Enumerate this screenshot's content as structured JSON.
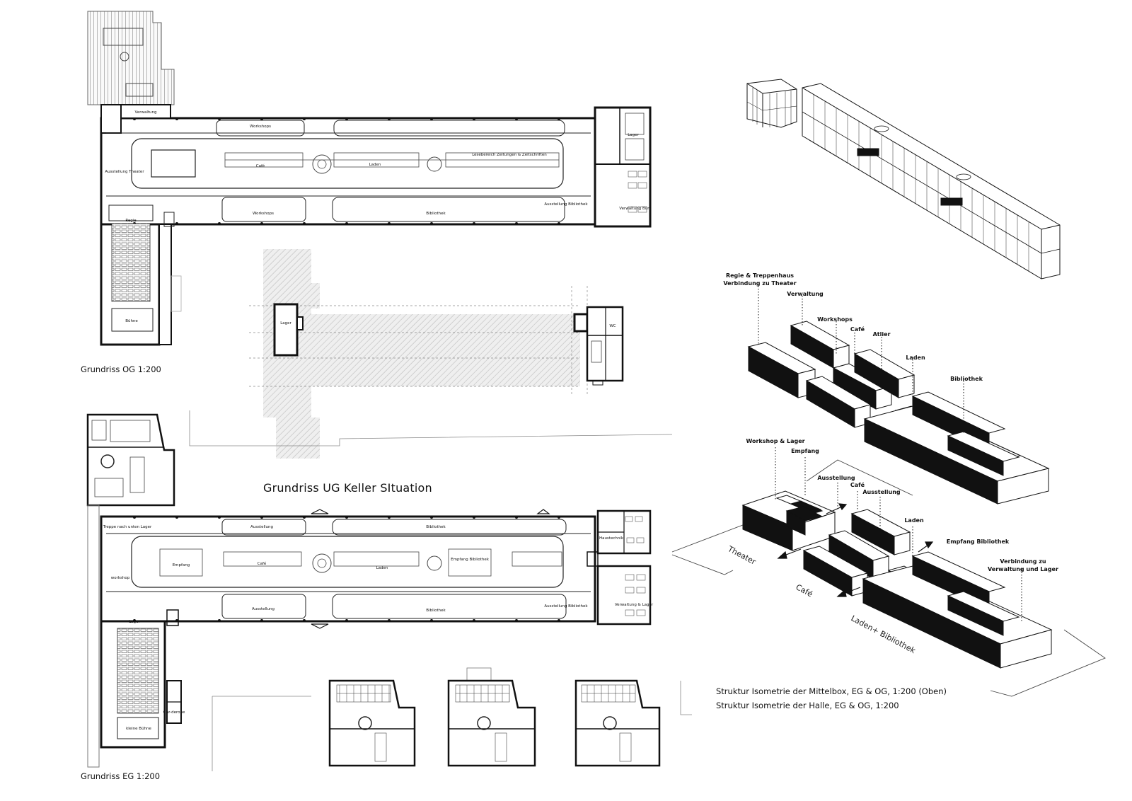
{
  "captions": {
    "og": "Grundriss OG 1:200",
    "ug": "Grundriss UG Keller SItuation",
    "eg": "Grundriss EG 1:200",
    "iso_top": "Struktur Isometrie der Mittelbox, EG & OG, 1:200 (Oben)",
    "iso_bottom": "Struktur Isometrie der Halle, EG & OG, 1:200"
  },
  "og_rooms": {
    "workshops_top": "Workshops",
    "cafe": "Café",
    "laden": "Laden",
    "ausstellung": "Ausstellung Theater",
    "lesebereich": "Lesebereich Zeitungen & Zeitschriften",
    "workshops_bottom": "Workshops",
    "bibliothek_1": "Bibliothek",
    "ausstellung_bib": "Ausstellung Bibliothek",
    "verwaltung": "Verwaltung",
    "lager": "Lager",
    "regie": "Regie",
    "buehne": "Bühne",
    "verwaltung_buero": "Verwaltung Büro"
  },
  "ug_rooms": {
    "lager": "Lager",
    "wc": "WC"
  },
  "eg_rooms": {
    "ausstellung": "Ausstellung",
    "bibliothek": "Bibliothek",
    "empfang": "Empfang",
    "cafe": "Café",
    "laden": "Laden",
    "empfang_bib": "Empfang Bibliothek",
    "ausstellung_2": "Ausstellung",
    "workshop": "workshop",
    "lager": "Lager",
    "treppe": "Treppe nach unten Lager",
    "bibliothek_2": "Bibliothek",
    "ausstellung_bib": "Ausstellung Bibliothek",
    "buehne": "kleine Bühne",
    "verwaltung": "Verwaltung & Lager",
    "haustechnik": "Haustechnik",
    "garderobe": "Gar-derobe"
  },
  "iso_upper": {
    "regie": "Regie & Treppenhaus",
    "regie_2": "Verbindung zu Theater",
    "verwaltung": "Verwaltung",
    "workshops": "Workshops",
    "cafe": "Café",
    "atelier": "Atlier",
    "laden": "Laden",
    "bibliothek": "Bibliothek"
  },
  "iso_lower": {
    "workshop_lager": "Workshop & Lager",
    "empfang": "Empfang",
    "ausstellung_1": "Ausstellung",
    "cafe": "Café",
    "ausstellung_2": "Ausstellung",
    "laden": "Laden",
    "empfang_bib": "Empfang Bibliothek",
    "verbindung_1": "Verbindung zu",
    "verbindung_2": "Verwaltung und Lager"
  },
  "iso_ground": {
    "theater": "Theater",
    "cafe": "Café",
    "laden_bib": "Laden+ Bibliothek"
  }
}
